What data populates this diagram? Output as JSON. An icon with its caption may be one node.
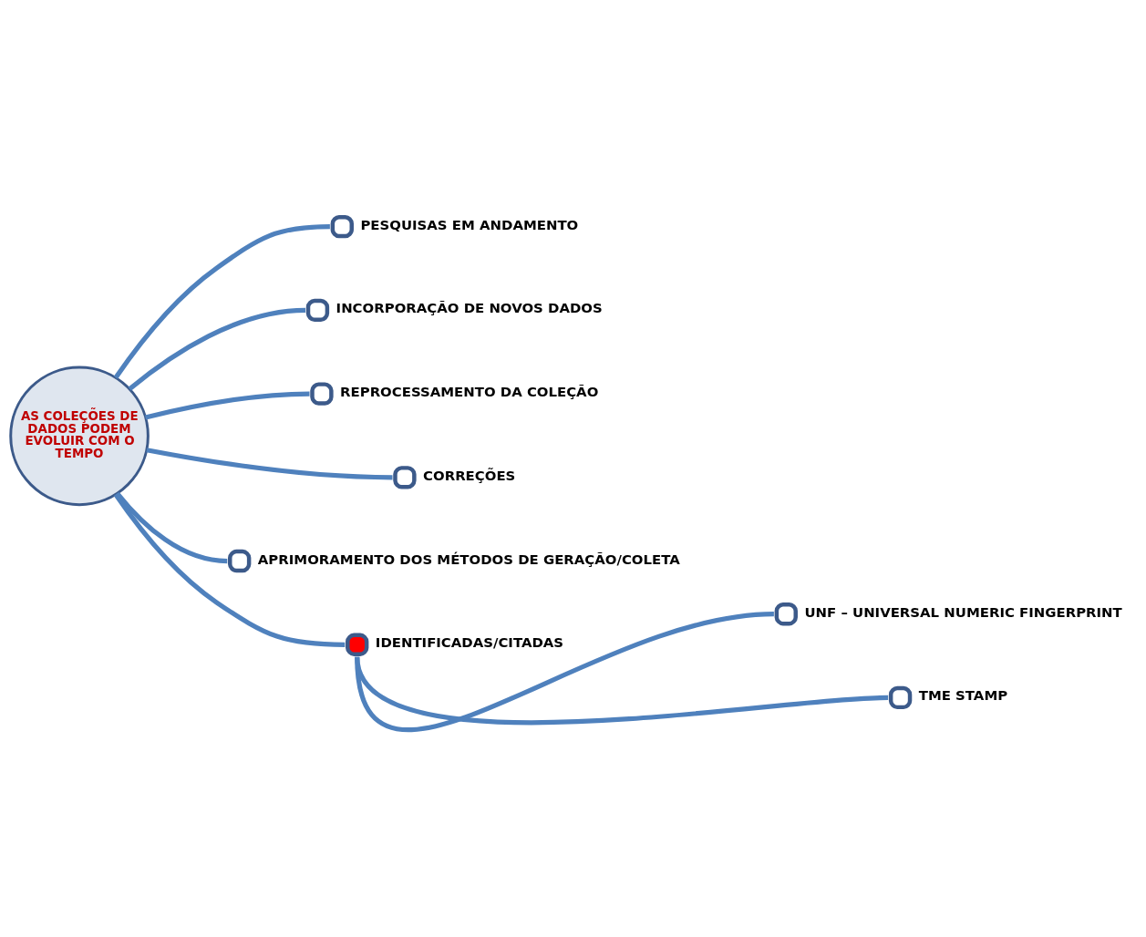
{
  "diagram": {
    "nodes": [
      {
        "text": [
          "AS COLEÇÕES DE DADOS PODEM EVOLUIR COM O TEMPO"
        ]
      },
      {
        "text": [],
        "shape": "circle",
        "beside": [
          "PESQUISAS EM ANDAMENTO"
        ]
      },
      {
        "text": [],
        "shape": "circle",
        "beside": [
          "INCORPORAÇÃO DE NOVOS DADOS"
        ]
      },
      {
        "text": [],
        "shape": "circle",
        "beside": [
          "REPROCESSAMENTO DA COLEÇÃO"
        ]
      },
      {
        "text": [],
        "shape": "circle",
        "beside": [
          "CORREÇÕES"
        ]
      },
      {
        "text": [],
        "shape": "circle",
        "beside": [
          "APRIMORAMENTO DOS MÉTODOS DE GERAÇÃO/COLETA"
        ]
      },
      {
        "text": [],
        "shape": "circle",
        "beside": [
          "IDENTIFICADAS/CITADAS"
        ]
      },
      {
        "text": [],
        "shape": "circle",
        "beside": [
          "UNF – UNIVERSAL NUMERIC FINGERPRINT"
        ]
      },
      {
        "text": [],
        "shape": "circle",
        "beside": [
          "TME STAMP"
        ]
      }
    ],
    "edges": [
      {
        "from": 0,
        "to": 1,
        "arrow": "none"
      },
      {
        "from": 0,
        "to": 2,
        "arrow": "none"
      },
      {
        "from": 0,
        "to": 3,
        "arrow": "none"
      },
      {
        "from": 0,
        "to": 4,
        "arrow": "none"
      },
      {
        "from": 0,
        "to": 5,
        "arrow": "none"
      },
      {
        "from": 0,
        "to": 6,
        "arrow": "none"
      },
      {
        "from": 6,
        "to": 7,
        "arrow": "none"
      },
      {
        "from": 6,
        "to": 8,
        "arrow": "none"
      }
    ]
  }
}
